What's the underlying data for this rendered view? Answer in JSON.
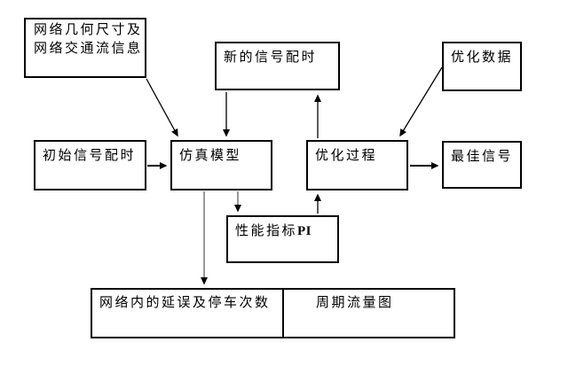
{
  "diagram": {
    "boxes": {
      "net_info": {
        "line1": "网络几何尺寸及",
        "line2": "网络交通流信息"
      },
      "new_timing": {
        "label": "新的信号配时"
      },
      "opt_data": {
        "label": "优化数据"
      },
      "initial_timing": {
        "label": "初始信号配时"
      },
      "sim_model": {
        "label": "仿真模型"
      },
      "opt_process": {
        "label": "优化过程"
      },
      "best_signal": {
        "label": "最佳信号"
      },
      "perf_indicator": {
        "label": "性能指标",
        "suffix": "PI"
      },
      "delay_stops": {
        "label": "网络内的延误及停车次数"
      },
      "cycle_flow": {
        "label": "周期流量图"
      }
    },
    "colors": {
      "box_border": "#000000",
      "text": "#000000",
      "background": "#ffffff",
      "connector_black": "#000000",
      "connector_gray": "#999999"
    }
  }
}
